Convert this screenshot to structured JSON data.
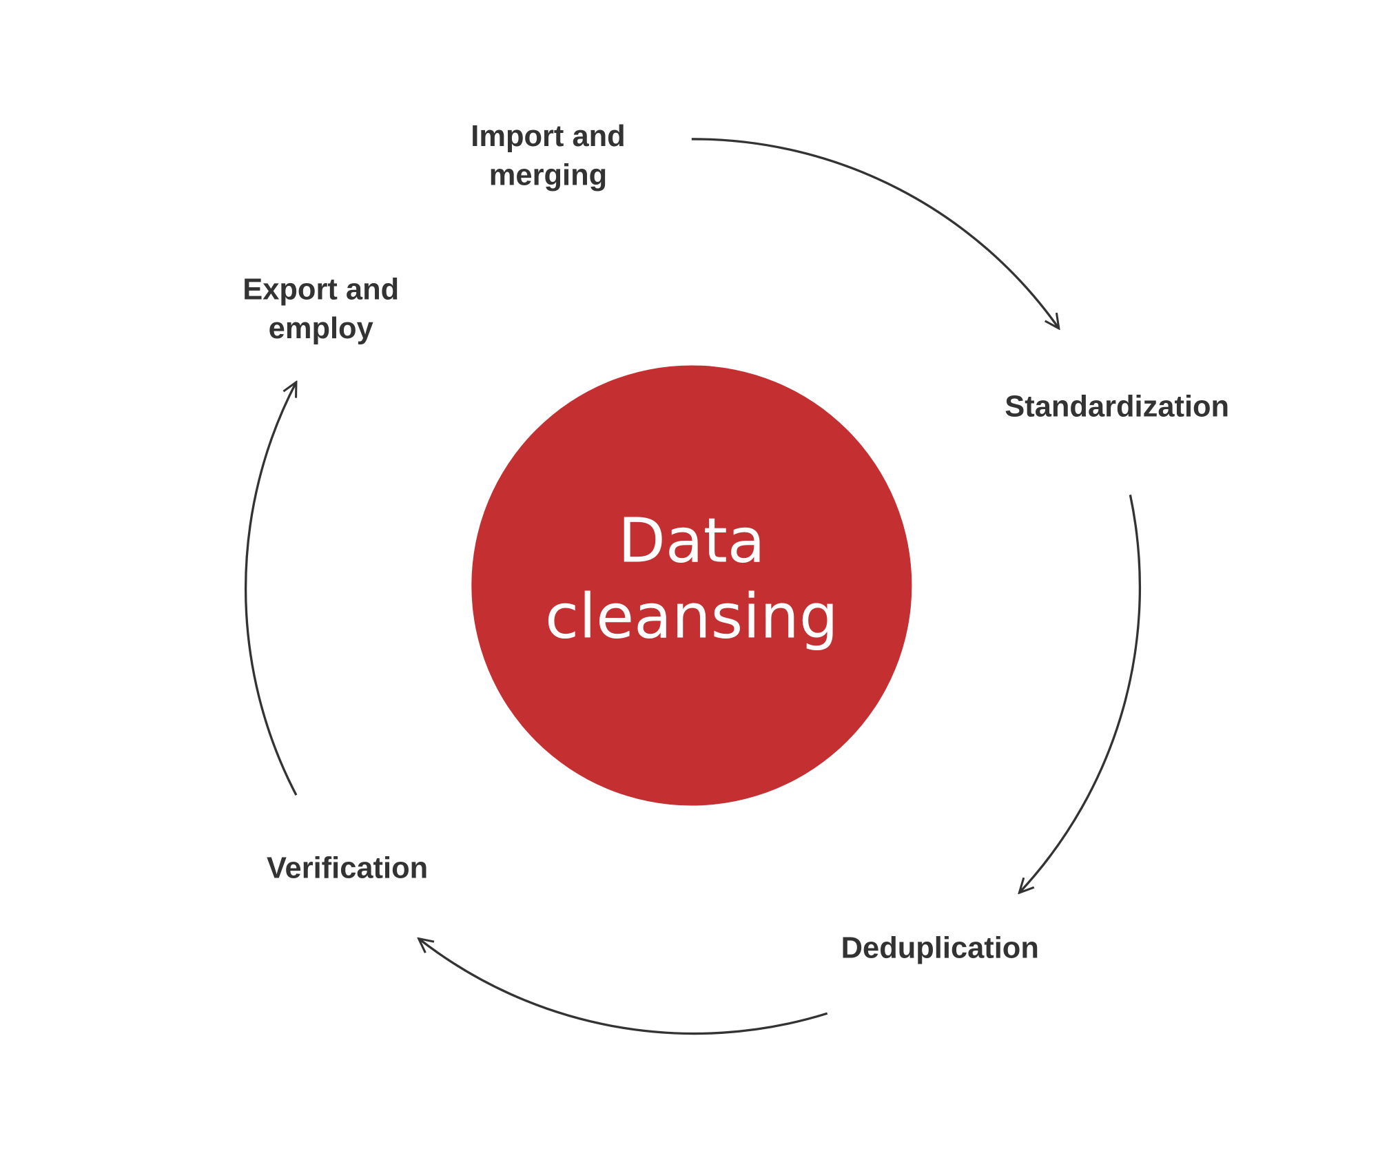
{
  "center": {
    "line1": "Data",
    "line2": "cleansing",
    "color": "#c42f31"
  },
  "steps": [
    {
      "line1": "Import and",
      "line2": "merging"
    },
    {
      "line1": "Standardization"
    },
    {
      "line1": "Deduplication"
    },
    {
      "line1": "Verification"
    },
    {
      "line1": "Export and",
      "line2": "employ"
    }
  ],
  "colors": {
    "text": "#333333",
    "arrow": "#333333",
    "background": "#ffffff"
  }
}
